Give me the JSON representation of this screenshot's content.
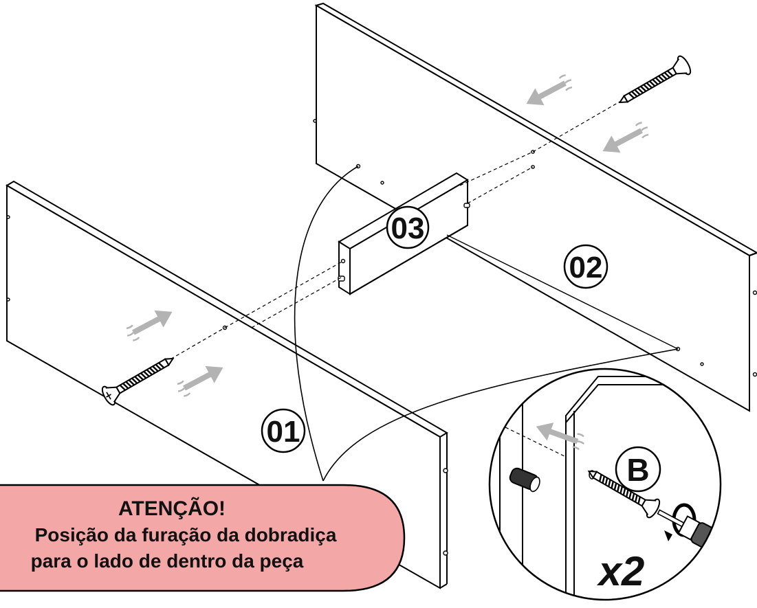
{
  "parts": [
    {
      "id": "panel-01",
      "label": "01"
    },
    {
      "id": "panel-02",
      "label": "02"
    },
    {
      "id": "panel-03",
      "label": "03"
    }
  ],
  "warning": {
    "title": "ATENÇÃO!",
    "line1": "Posição da furação da dobradiça",
    "line2": "para o lado de dentro da peça",
    "fill_color": "#f4a7a7"
  },
  "detail": {
    "fastener_letter": "B",
    "quantity": "x2"
  },
  "icons": [
    "screw-icon",
    "dowel-icon",
    "screwdriver-icon",
    "rotate-arrow-icon",
    "insert-arrow-icon"
  ]
}
